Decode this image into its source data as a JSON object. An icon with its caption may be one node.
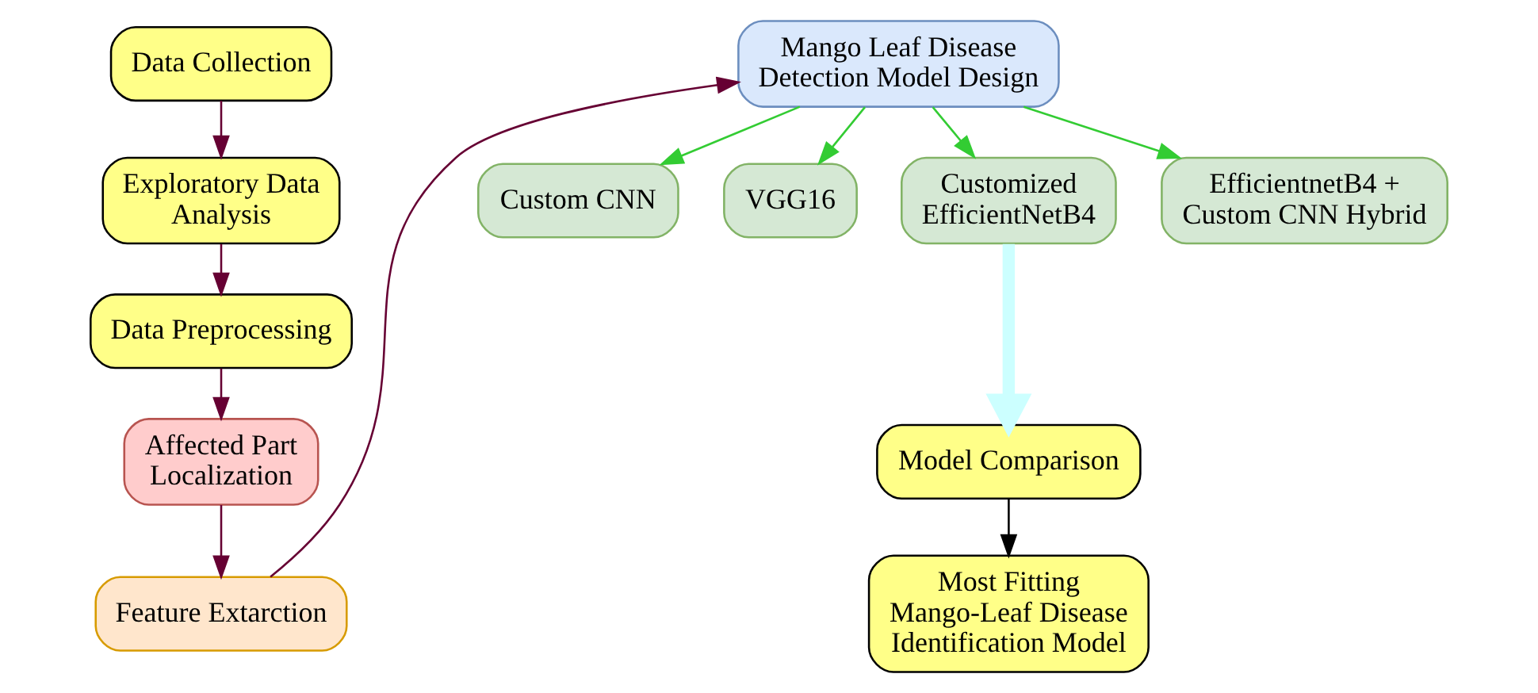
{
  "diagram": {
    "nodes": [
      {
        "text": [
          "Data Collection"
        ]
      },
      {
        "text": [
          "Exploratory Data Analysis"
        ]
      },
      {
        "text": [
          "Data Preprocessing"
        ]
      },
      {
        "text": [
          "Affected Part Localization"
        ]
      },
      {
        "text": [
          "Feature Extarction"
        ]
      },
      {
        "text": [
          "Mango Leaf Disease Detection Model Design"
        ]
      },
      {
        "text": [
          "Custom CNN"
        ]
      },
      {
        "text": [
          "VGG16"
        ]
      },
      {
        "text": [
          "Customized EfficientNetB4"
        ]
      },
      {
        "text": [
          "EfficientnetB4 + Custom CNN Hybrid"
        ]
      },
      {
        "text": [
          "Model Comparison"
        ]
      },
      {
        "text": [
          "Most Fitting Mango-Leaf Disease Identification Model"
        ]
      }
    ],
    "edges": [
      {
        "from": 0,
        "to": 1,
        "arrow": "to"
      },
      {
        "from": 1,
        "to": 2,
        "arrow": "to"
      },
      {
        "from": 2,
        "to": 3,
        "arrow": "to"
      },
      {
        "from": 3,
        "to": 4,
        "arrow": "to"
      },
      {
        "from": 4,
        "to": 5,
        "arrow": "to"
      },
      {
        "from": 5,
        "to": 6,
        "arrow": "to",
        "color": "#33cc33"
      },
      {
        "from": 5,
        "to": 7,
        "arrow": "to",
        "color": "#33cc33"
      },
      {
        "from": 5,
        "to": 8,
        "arrow": "to",
        "color": "#33cc33"
      },
      {
        "from": 5,
        "to": 9,
        "arrow": "to",
        "color": "#33cc33"
      },
      {
        "from": 8,
        "to": 10,
        "arrow": "to",
        "style": "thick",
        "color": "#ccffff"
      },
      {
        "from": 10,
        "to": 11,
        "arrow": "to",
        "color": "#000000"
      }
    ]
  }
}
